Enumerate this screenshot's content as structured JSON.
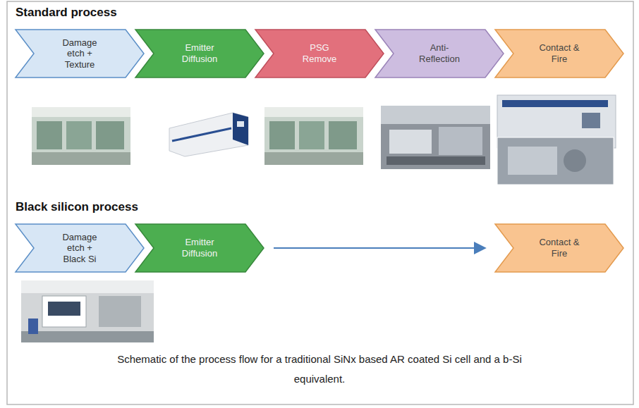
{
  "diagram": {
    "caption": "Schematic of the process flow for a traditional SiNx based AR coated Si cell and a b-Si equivalent.",
    "nodes": [
      {
        "text": [
          "Damage etch + Texture"
        ]
      },
      {
        "text": [
          "Emitter Diffusion"
        ]
      },
      {
        "text": [
          "PSG Remove"
        ]
      },
      {
        "text": [
          "Anti-Reflection"
        ]
      },
      {
        "text": [
          "Contact & Fire"
        ]
      },
      {
        "text": [
          "Damage etch + Black Si"
        ]
      },
      {
        "text": [
          "Emitter Diffusion"
        ]
      },
      {
        "text": [
          "Contact & Fire"
        ]
      }
    ],
    "edges": [
      {
        "from": 6,
        "to": 7,
        "arrow": "to"
      }
    ],
    "labels": [
      "Standard process",
      "Black silicon process"
    ]
  }
}
